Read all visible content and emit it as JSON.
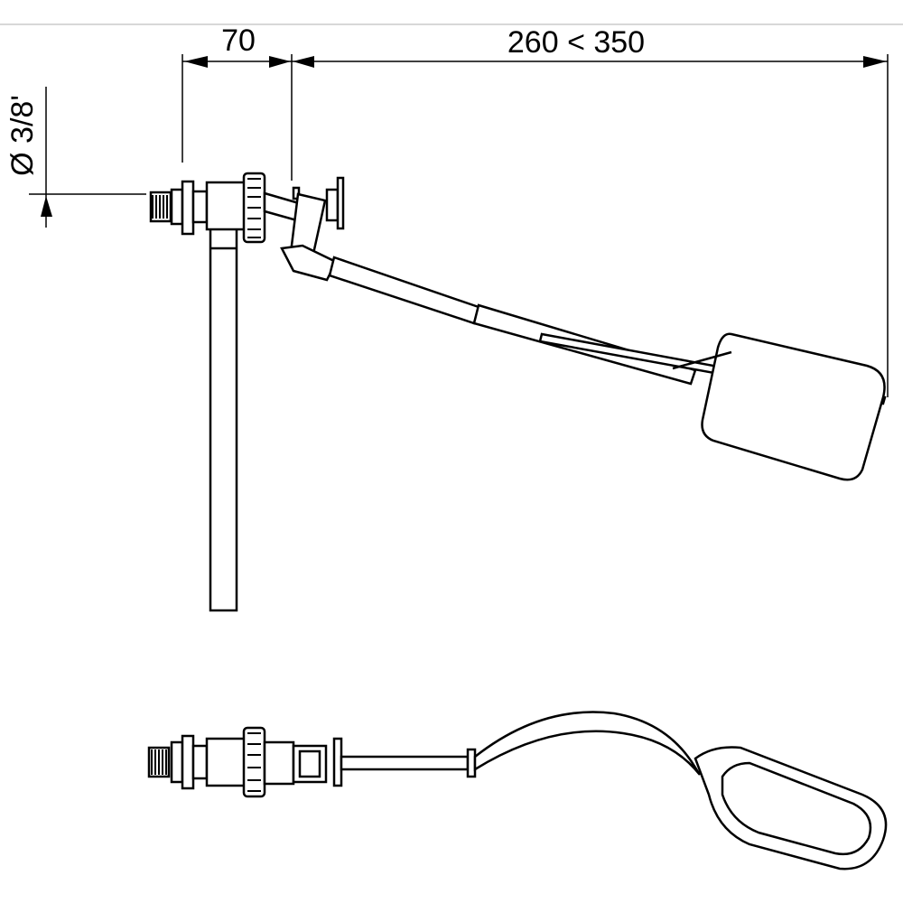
{
  "drawing": {
    "dim_offset": "70",
    "dim_arm_range": "260 < 350",
    "dim_thread": "Ø 3/8'",
    "line_color": "#000000",
    "frame_color": "#d8d8d8"
  }
}
